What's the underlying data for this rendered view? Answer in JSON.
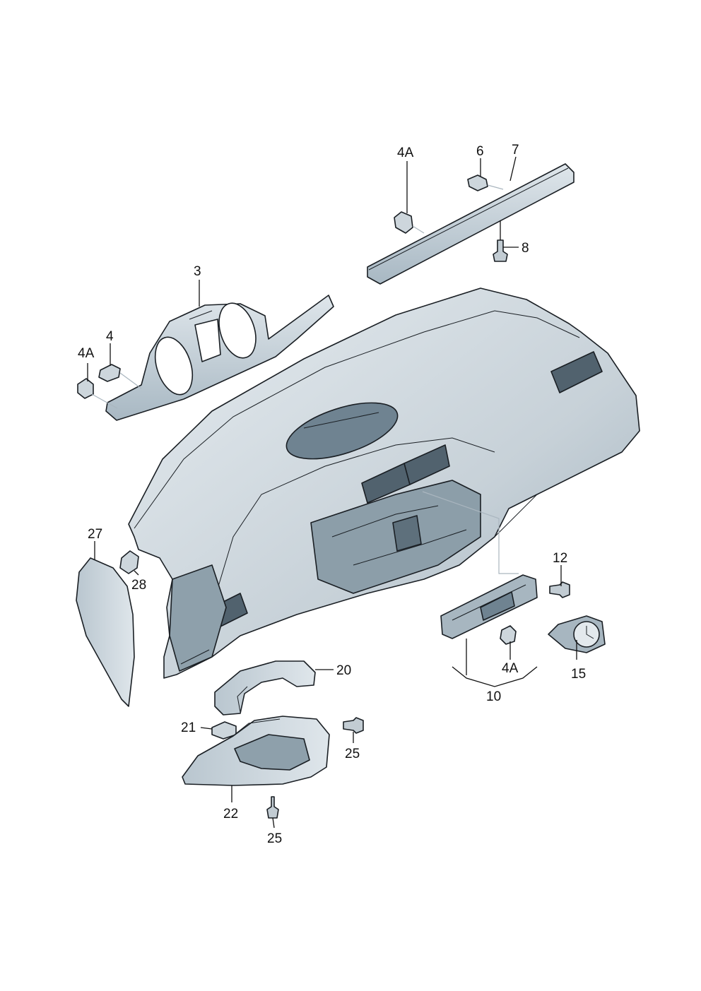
{
  "callouts": [
    {
      "id": "c-3",
      "text": "3"
    },
    {
      "id": "c-4",
      "text": "4"
    },
    {
      "id": "c-4a-left",
      "text": "4A"
    },
    {
      "id": "c-4a-top",
      "text": "4A"
    },
    {
      "id": "c-6",
      "text": "6"
    },
    {
      "id": "c-7",
      "text": "7"
    },
    {
      "id": "c-8",
      "text": "8"
    },
    {
      "id": "c-12",
      "text": "12"
    },
    {
      "id": "c-15",
      "text": "15"
    },
    {
      "id": "c-4a-bottom",
      "text": "4A"
    },
    {
      "id": "c-10",
      "text": "10"
    },
    {
      "id": "c-20",
      "text": "20"
    },
    {
      "id": "c-21",
      "text": "21"
    },
    {
      "id": "c-22",
      "text": "22"
    },
    {
      "id": "c-25-right",
      "text": "25"
    },
    {
      "id": "c-25-bottom",
      "text": "25"
    },
    {
      "id": "c-27",
      "text": "27"
    },
    {
      "id": "c-28",
      "text": "28"
    }
  ],
  "colors": {
    "part_fill": "#c9d3da",
    "part_fill_dark": "#9fb0bc",
    "part_fill_light": "#e3e9ed",
    "outline": "#1a1f24"
  }
}
